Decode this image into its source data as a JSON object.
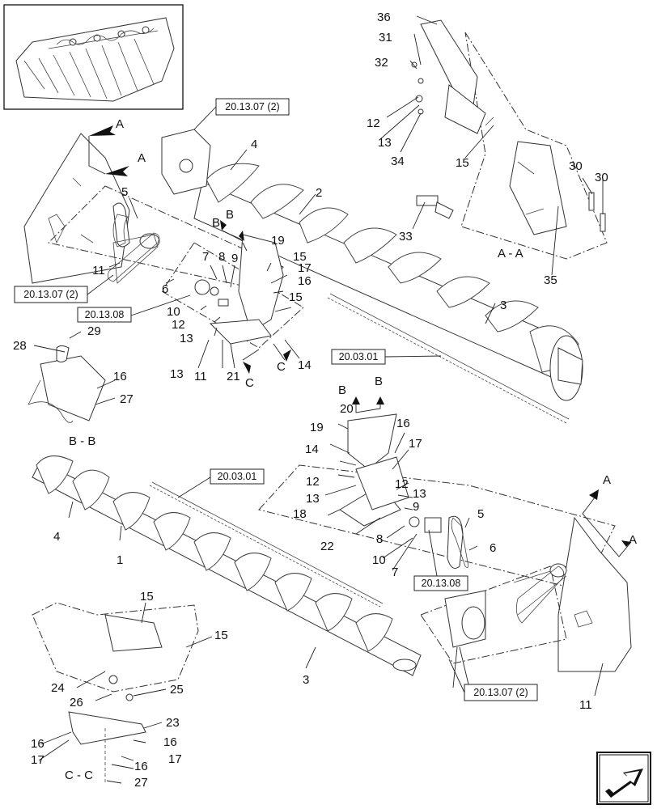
{
  "thumbnail": {
    "label": ""
  },
  "ref_boxes": [
    {
      "id": "ref1",
      "text": "20.13.07 (2)"
    },
    {
      "id": "ref2",
      "text": "20.13.07 (2)"
    },
    {
      "id": "ref3",
      "text": "20.13.08"
    },
    {
      "id": "ref4",
      "text": "20.03.01"
    },
    {
      "id": "ref5",
      "text": "20.03.01"
    },
    {
      "id": "ref6",
      "text": "20.13.08"
    },
    {
      "id": "ref7",
      "text": "20.13.07 (2)"
    }
  ],
  "section_views": {
    "aa": "A - A",
    "bb": "B - B",
    "cc": "C - C"
  },
  "section_markers": {
    "a": "A",
    "b": "B",
    "c": "C"
  },
  "callouts": [
    "36",
    "31",
    "32",
    "12",
    "13",
    "34",
    "15",
    "30",
    "30",
    "33",
    "35",
    "4",
    "2",
    "5",
    "B",
    "B",
    "19",
    "15",
    "17",
    "16",
    "7",
    "8",
    "9",
    "11",
    "6",
    "10",
    "12",
    "13",
    "15",
    "14",
    "13",
    "11",
    "21",
    "3",
    "28",
    "29",
    "16",
    "27",
    "20",
    "16",
    "17",
    "19",
    "14",
    "12",
    "13",
    "18",
    "12",
    "13",
    "9",
    "5",
    "6",
    "22",
    "8",
    "10",
    "7",
    "4",
    "1",
    "15",
    "15",
    "24",
    "25",
    "26",
    "23",
    "16",
    "16",
    "17",
    "17",
    "16",
    "27",
    "3",
    "11"
  ],
  "nav_icon": "next-page-arrow-icon"
}
